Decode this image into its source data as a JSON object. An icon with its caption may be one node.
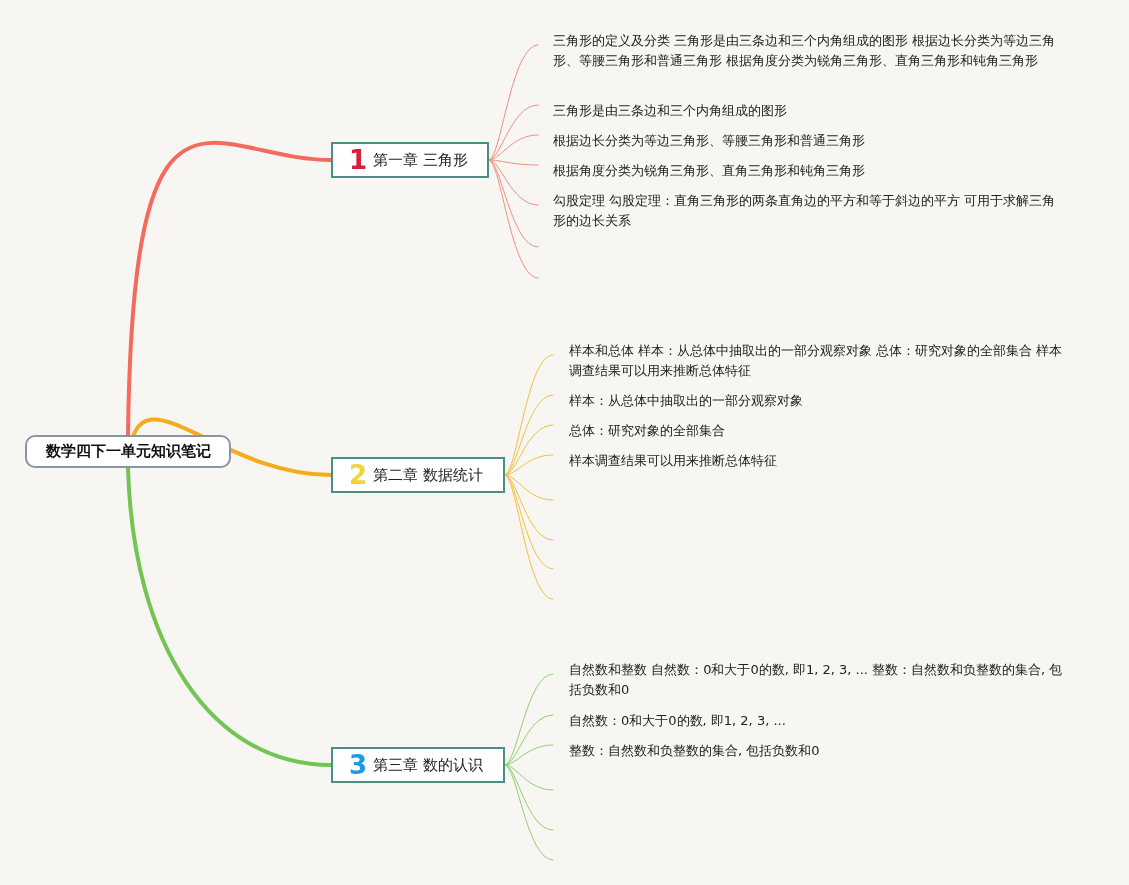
{
  "diagram": {
    "nodes": [
      {
        "text": [
          "数学四下一单元知识笔记"
        ]
      },
      {
        "text": [
          "1",
          "第一章 三角形"
        ]
      },
      {
        "text": [
          "三角形的定义及分类 三角形是由三条边和三个内角组成的图形 根据边长分类为等边三角形、等腰三角形和普通三角形 根据角度分类为锐角三角形、直角三角形和钝角三角形"
        ]
      },
      {
        "text": [
          "三角形是由三条边和三个内角组成的图形"
        ]
      },
      {
        "text": [
          "根据边长分类为等边三角形、等腰三角形和普通三角形"
        ]
      },
      {
        "text": [
          "根据角度分类为锐角三角形、直角三角形和钝角三角形"
        ]
      },
      {
        "text": [
          "勾股定理 勾股定理：直角三角形的两条直角边的平方和等于斜边的平方 可用于求解三角形的边长关系"
        ]
      },
      {
        "text": [
          "2",
          "第二章 数据统计"
        ]
      },
      {
        "text": [
          "样本和总体 样本：从总体中抽取出的一部分观察对象 总体：研究对象的全部集合 样本调查结果可以用来推断总体特征"
        ]
      },
      {
        "text": [
          "样本：从总体中抽取出的一部分观察对象"
        ]
      },
      {
        "text": [
          "总体：研究对象的全部集合"
        ]
      },
      {
        "text": [
          "样本调查结果可以用来推断总体特征"
        ]
      },
      {
        "text": [
          "3",
          "第三章 数的认识"
        ]
      },
      {
        "text": [
          "自然数和整数 自然数：0和大于0的数, 即1, 2, 3, ... 整数：自然数和负整数的集合, 包括负数和0"
        ]
      },
      {
        "text": [
          "自然数：0和大于0的数, 即1, 2, 3, ..."
        ]
      },
      {
        "text": [
          "整数：自然数和负整数的集合, 包括负数和0"
        ]
      }
    ],
    "edges": [
      {
        "from": 0,
        "to": 1,
        "arrow": "none",
        "style": "thick",
        "color": "#f46b5d"
      },
      {
        "from": 1,
        "to": 2,
        "arrow": "none",
        "color": "#f58d7e"
      },
      {
        "from": 1,
        "to": 3,
        "arrow": "none",
        "color": "#f58d7e"
      },
      {
        "from": 1,
        "to": 4,
        "arrow": "none",
        "color": "#f58d7e"
      },
      {
        "from": 1,
        "to": 5,
        "arrow": "none",
        "color": "#f58d7e"
      },
      {
        "from": 1,
        "to": 6,
        "arrow": "none",
        "color": "#f58d7e"
      },
      {
        "from": 1,
        "to": null,
        "arrow": "none",
        "color": "#f58d7e"
      },
      {
        "from": 1,
        "to": null,
        "arrow": "none",
        "color": "#f58d7e"
      },
      {
        "from": 0,
        "to": 7,
        "arrow": "none",
        "style": "thick",
        "color": "#f5ac1c"
      },
      {
        "from": 7,
        "to": 8,
        "arrow": "none",
        "color": "#f5c040"
      },
      {
        "from": 7,
        "to": 9,
        "arrow": "none",
        "color": "#f5c040"
      },
      {
        "from": 7,
        "to": 10,
        "arrow": "none",
        "color": "#f5c040"
      },
      {
        "from": 7,
        "to": 11,
        "arrow": "none",
        "color": "#f5c040"
      },
      {
        "from": 7,
        "to": null,
        "arrow": "none",
        "color": "#f5c040"
      },
      {
        "from": 7,
        "to": null,
        "arrow": "none",
        "color": "#f5c040"
      },
      {
        "from": 7,
        "to": null,
        "arrow": "none",
        "color": "#f5c040"
      },
      {
        "from": 7,
        "to": null,
        "arrow": "none",
        "color": "#f5c040"
      },
      {
        "from": 0,
        "to": 12,
        "arrow": "none",
        "style": "thick",
        "color": "#72c552"
      },
      {
        "from": 12,
        "to": 13,
        "arrow": "none",
        "color": "#8fd070"
      },
      {
        "from": 12,
        "to": 14,
        "arrow": "none",
        "color": "#8fd070"
      },
      {
        "from": 12,
        "to": 15,
        "arrow": "none",
        "color": "#8fd070"
      },
      {
        "from": 12,
        "to": null,
        "arrow": "none",
        "color": "#8fd070"
      },
      {
        "from": 12,
        "to": null,
        "arrow": "none",
        "color": "#8fd070"
      },
      {
        "from": 12,
        "to": null,
        "arrow": "none",
        "color": "#8fd070"
      }
    ]
  }
}
